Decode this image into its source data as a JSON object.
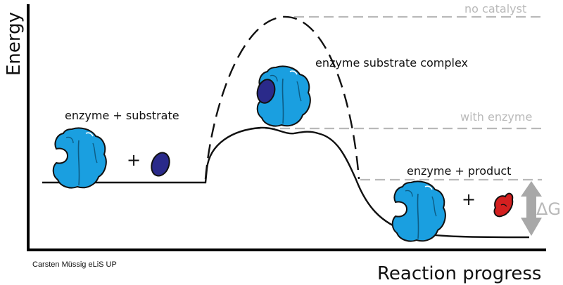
{
  "axes": {
    "y_label": "Energy",
    "x_label": "Reaction progress"
  },
  "labels": {
    "reactants": "enzyme + substrate",
    "complex": "enzyme substrate complex",
    "products": "enzyme + product",
    "no_catalyst": "no catalyst",
    "with_enzyme": "with enzyme",
    "delta_g": "ΔG",
    "plus": "+"
  },
  "credit": "Carsten Müssig eLiS UP",
  "colors": {
    "enzyme": "#1a9fe0",
    "substrate": "#2a2a8a",
    "product": "#d42020",
    "reference_lines": "#b9b9b9"
  }
}
